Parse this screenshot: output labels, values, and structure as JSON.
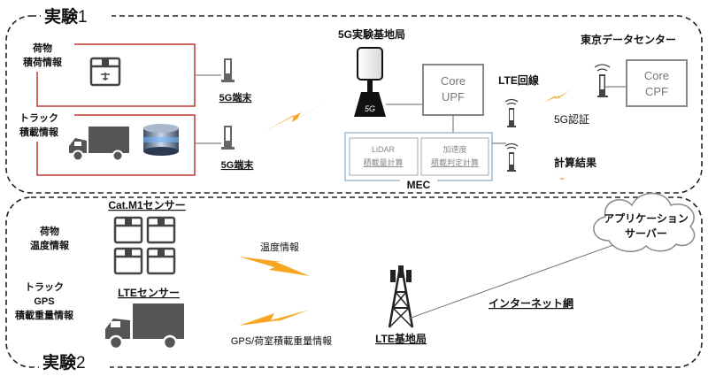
{
  "experiment1": {
    "title_kanji": "実験",
    "title_num": "1",
    "cargo_label": [
      "荷物",
      "積荷情報"
    ],
    "truck_label": [
      "トラック",
      "積載情報"
    ],
    "terminal_top": "5G端末",
    "terminal_bottom": "5G端末",
    "base_station": "5G実験基地局",
    "base_station_badge": "5G",
    "core_upf": [
      "Core",
      "UPF"
    ],
    "lte_line": "LTE回線",
    "tokyo_dc": "東京データセンター",
    "core_cpf": [
      "Core",
      "CPF"
    ],
    "auth_5g": "5G認証",
    "calc_result": "計算結果",
    "lidar_box": [
      "LiDAR",
      "積載量計算"
    ],
    "accel_box": [
      "加速度",
      "積載判定計算"
    ],
    "mec": "MEC"
  },
  "experiment2": {
    "title_kanji": "実験",
    "title_num": "2",
    "catm1": "Cat.M1センサー",
    "cargo_temp": [
      "荷物",
      "温度情報"
    ],
    "truck_gps": [
      "トラック",
      "GPS",
      "積載重量情報"
    ],
    "lte_sensor": "LTEセンサー",
    "temp_info": "温度情報",
    "gps_info": "GPS/荷室積載重量情報",
    "lte_base": "LTE基地局",
    "internet": "インターネット網",
    "app_server": [
      "アプリケーション",
      "サーバー"
    ]
  },
  "colors": {
    "lightning": "#f6a623",
    "cargo_border": "#c0392b",
    "mec_border": "#8fb0c9",
    "icon_gray": "#555555",
    "box_gray": "#8a8a8a"
  }
}
